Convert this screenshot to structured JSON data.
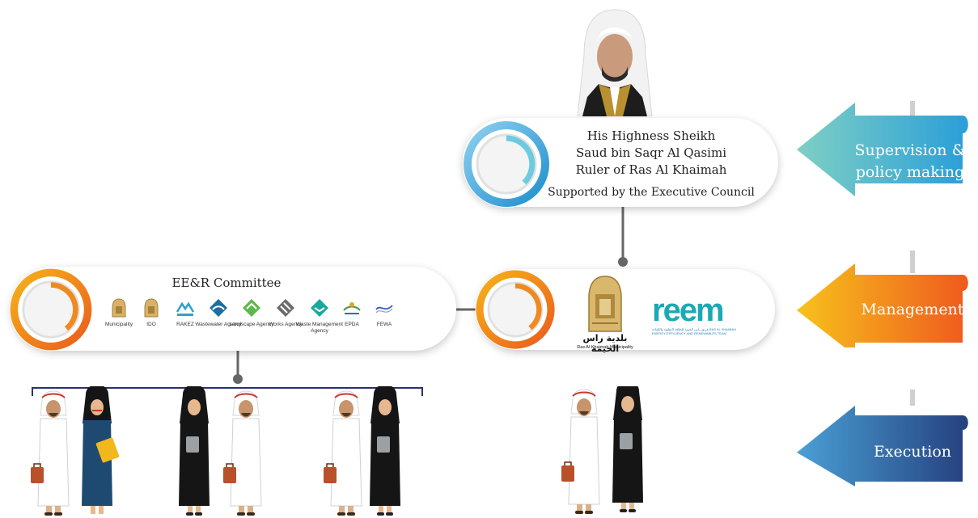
{
  "ruler": {
    "line1": "His Highness Sheikh",
    "line2": "Saud bin Saqr Al Qasimi",
    "line3": "Ruler of Ras Al Khaimah",
    "support": "Supported by the Executive Council"
  },
  "committee": {
    "title": "EE&R Committee",
    "members": [
      {
        "label": "Municipality"
      },
      {
        "label": "IDO"
      },
      {
        "label": "RAKEZ"
      },
      {
        "label": "Wastewater Agency"
      },
      {
        "label": "Landscape Agency"
      },
      {
        "label": "Works Agency"
      },
      {
        "label": "Waste Management Agency"
      },
      {
        "label": "EPDA"
      },
      {
        "label": "FEWA"
      }
    ]
  },
  "management": {
    "rak_arabic": "بلدية راس الخيمة",
    "rak_english": "Ras Al Khaimah Municipality",
    "reem_logo": "reem",
    "reem_sub": "فريق رأس الخيمة للطاقة النظيفة والكفاءة RAS AL KHAIMAH ENERGY EFFICIENCY AND RENEWABLES TEAM"
  },
  "levels": {
    "supervision_line1": "Supervision &",
    "supervision_line2": "policy  making",
    "management": "Management",
    "execution": "Execution"
  },
  "colors": {
    "supervision": "#4fb3d9",
    "management": "#f07a1a",
    "execution": "#2e5aa8"
  }
}
